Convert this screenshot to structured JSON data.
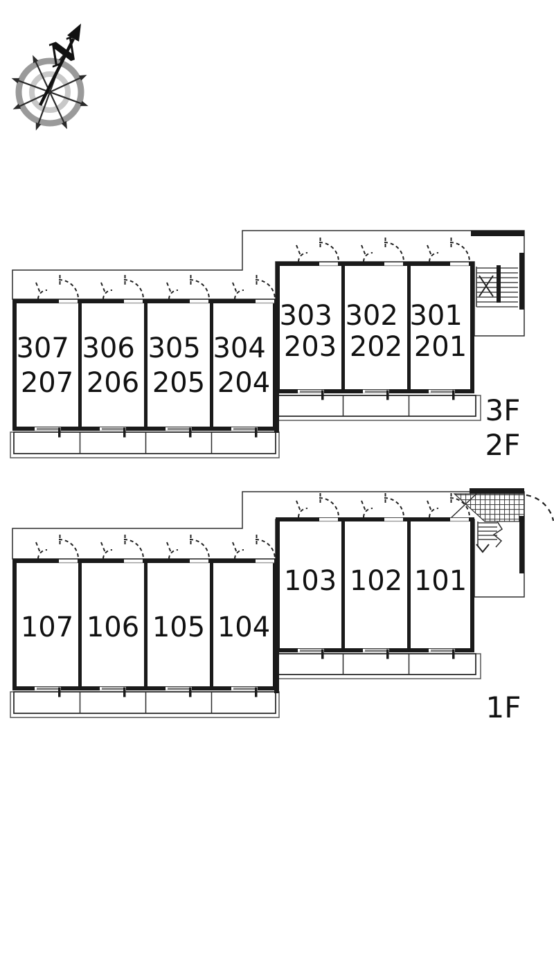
{
  "compass": {
    "north_label": "N"
  },
  "upper_floor": {
    "floor_labels": {
      "line1": "3F",
      "line2": "2F"
    },
    "left_rooms": [
      {
        "line1": "307",
        "line2": "207"
      },
      {
        "line1": "306",
        "line2": "206"
      },
      {
        "line1": "305",
        "line2": "205"
      },
      {
        "line1": "304",
        "line2": "204"
      }
    ],
    "right_rooms": [
      {
        "line1": "303",
        "line2": "203"
      },
      {
        "line1": "302",
        "line2": "202"
      },
      {
        "line1": "301",
        "line2": "201"
      }
    ]
  },
  "lower_floor": {
    "floor_label": "1F",
    "left_rooms": [
      {
        "number": "107"
      },
      {
        "number": "106"
      },
      {
        "number": "105"
      },
      {
        "number": "104"
      }
    ],
    "right_rooms": [
      {
        "number": "103"
      },
      {
        "number": "102"
      },
      {
        "number": "101"
      }
    ]
  },
  "colors": {
    "wall": "#1a1a1a",
    "corridor": "#ebebeb",
    "text": "#111111",
    "outline": "#2b2b2b"
  }
}
